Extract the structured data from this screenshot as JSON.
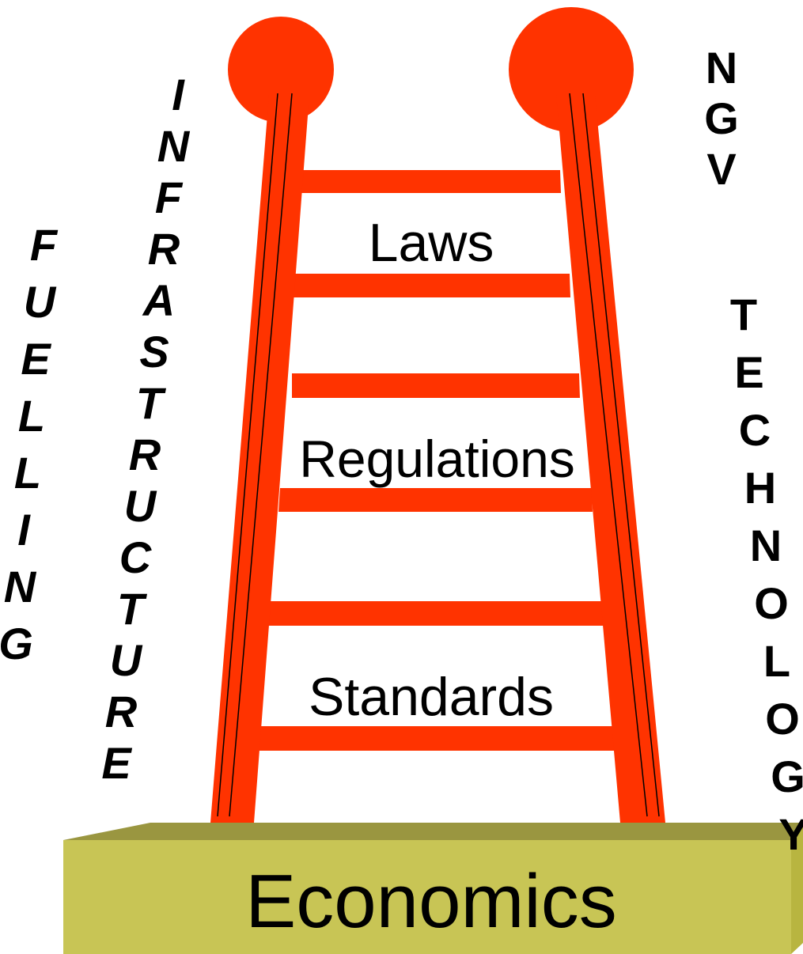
{
  "colors": {
    "ladder": "#ff3300",
    "base_top": "#9a9640",
    "base_front": "#c8c555",
    "base_side": "#b8b540",
    "text": "#000000"
  },
  "words": {
    "fuelling": [
      "F",
      "U",
      "E",
      "L",
      "L",
      "I",
      "N",
      "G"
    ],
    "infrastructure": [
      "I",
      "N",
      "F",
      "R",
      "A",
      "S",
      "T",
      "R",
      "U",
      "C",
      "T",
      "U",
      "R",
      "E"
    ],
    "ngv": [
      "N",
      "G",
      "V"
    ],
    "technology": [
      "T",
      "E",
      "C",
      "H",
      "N",
      "O",
      "L",
      "O",
      "G",
      "Y"
    ]
  },
  "rungs": {
    "laws": "Laws",
    "regulations": "Regulations",
    "standards": "Standards"
  },
  "base": {
    "label": "Economics"
  }
}
